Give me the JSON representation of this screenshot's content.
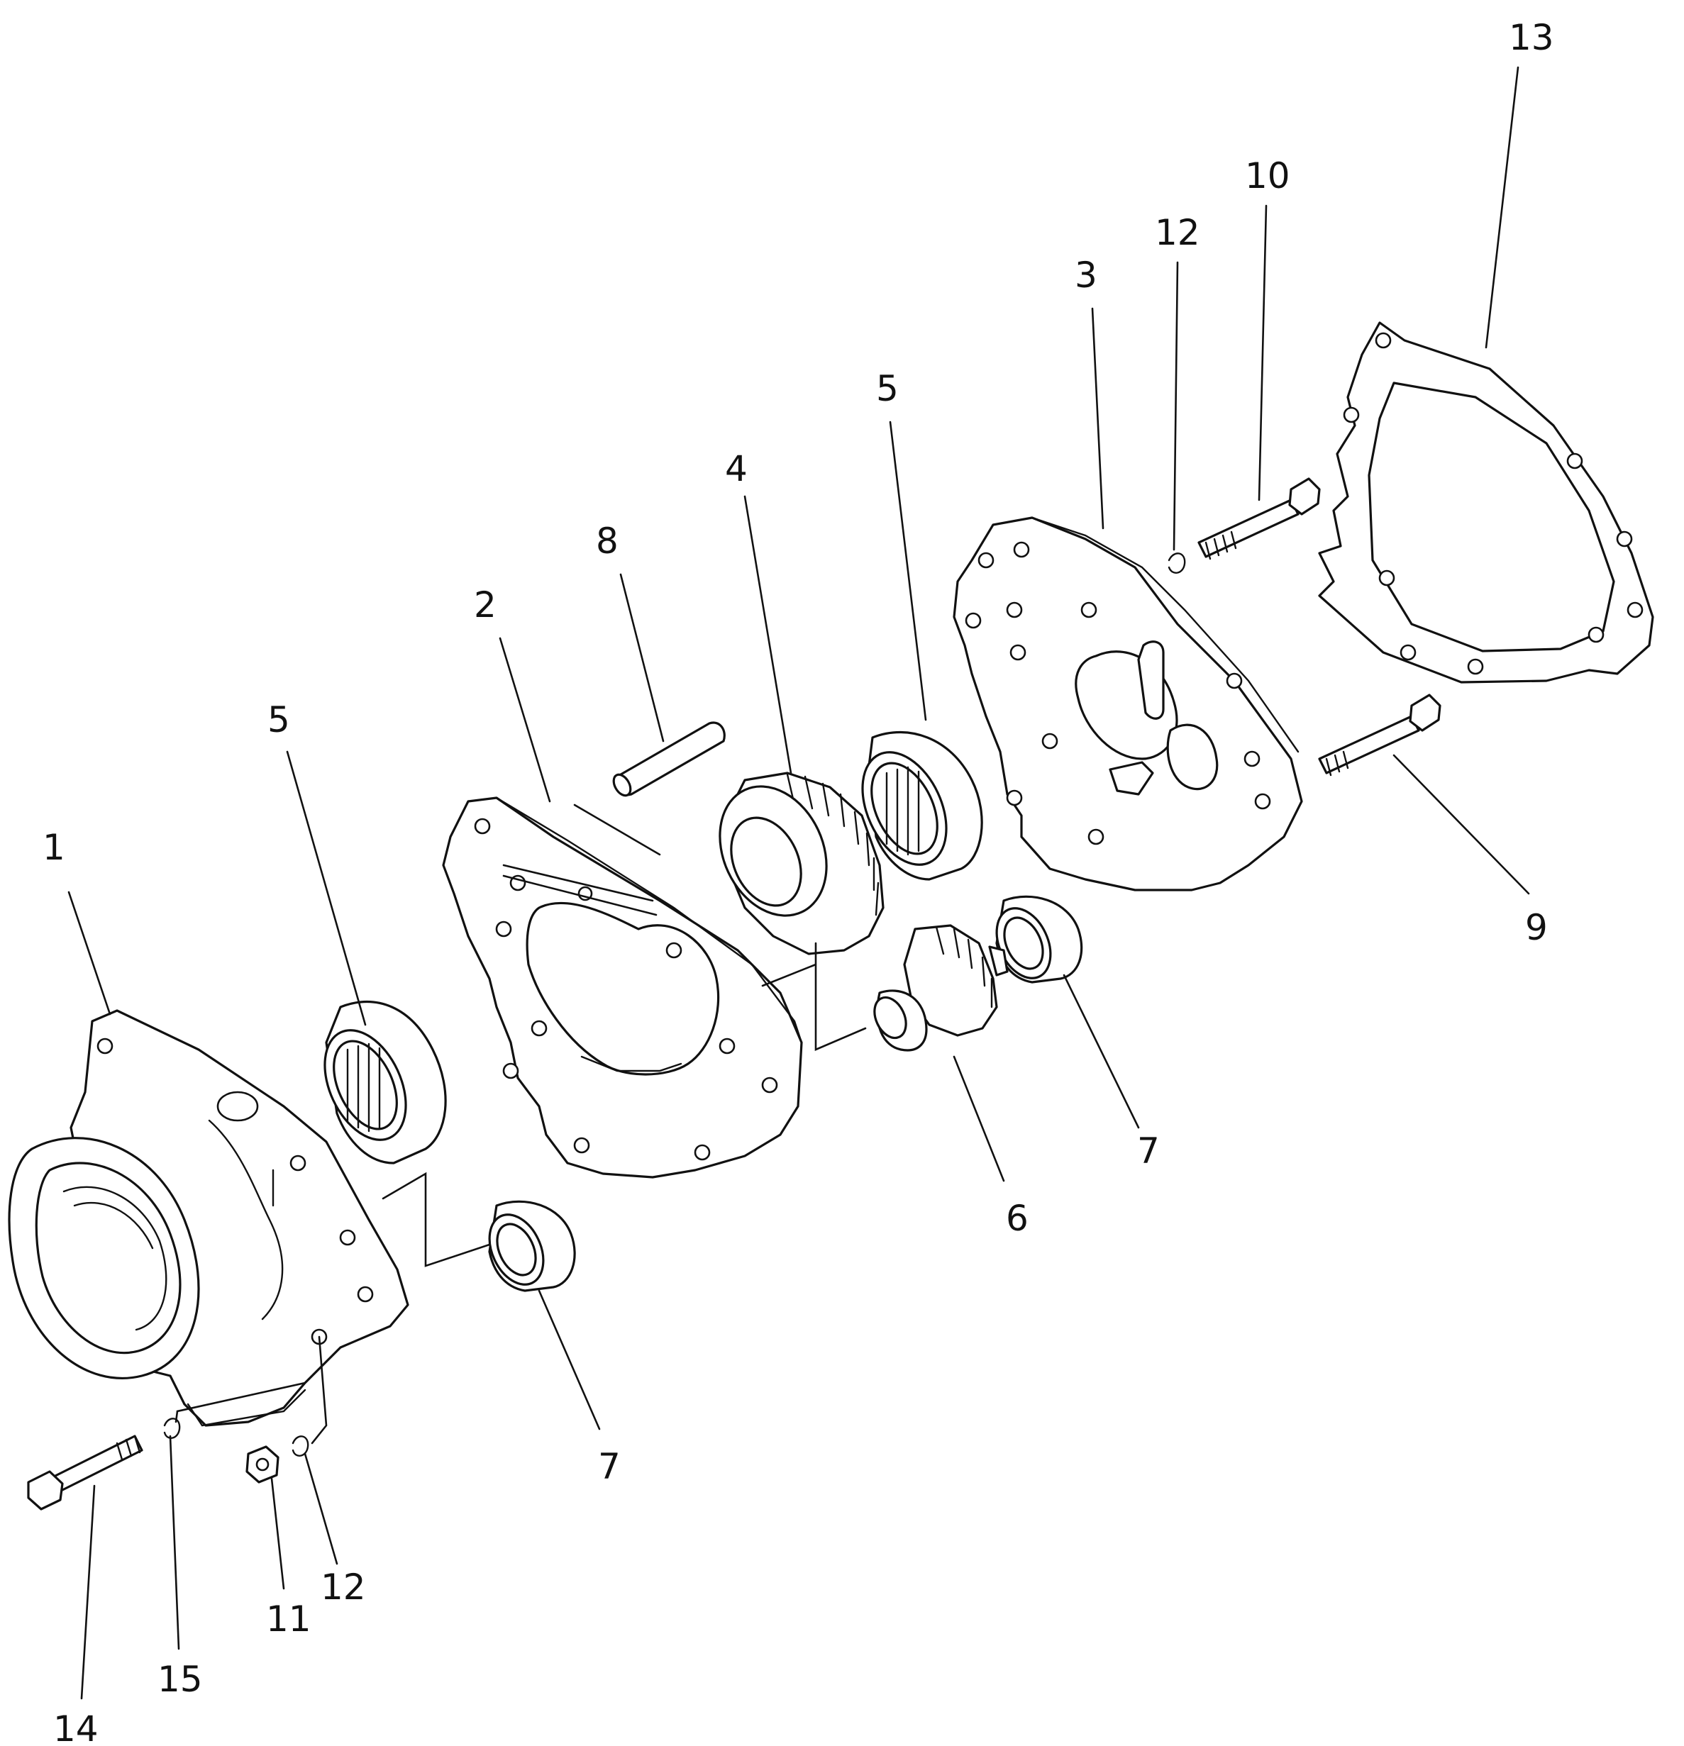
{
  "callouts": [
    {
      "id": "c1",
      "text": "1"
    },
    {
      "id": "c2",
      "text": "2"
    },
    {
      "id": "c3",
      "text": "3"
    },
    {
      "id": "c4",
      "text": "4"
    },
    {
      "id": "c5a",
      "text": "5"
    },
    {
      "id": "c5b",
      "text": "5"
    },
    {
      "id": "c6",
      "text": "6"
    },
    {
      "id": "c7a",
      "text": "7"
    },
    {
      "id": "c7b",
      "text": "7"
    },
    {
      "id": "c8",
      "text": "8"
    },
    {
      "id": "c9",
      "text": "9"
    },
    {
      "id": "c10",
      "text": "10"
    },
    {
      "id": "c11",
      "text": "11"
    },
    {
      "id": "c12a",
      "text": "12"
    },
    {
      "id": "c12b",
      "text": "12"
    },
    {
      "id": "c13",
      "text": "13"
    },
    {
      "id": "c14",
      "text": "14"
    },
    {
      "id": "c15",
      "text": "15"
    }
  ]
}
